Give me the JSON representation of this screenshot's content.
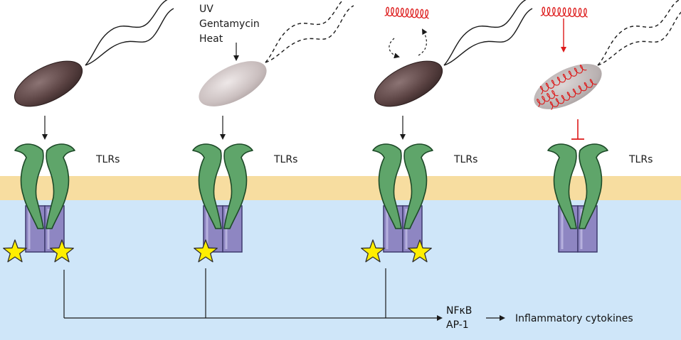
{
  "colors": {
    "membrane": "#f7dda0",
    "cytoplasm": "#cfe6f9",
    "receptor_fill": "#5fa56a",
    "receptor_stroke": "#1d4a28",
    "adaptor_fill": "#8e86c2",
    "adaptor_stroke": "#3e3a6e",
    "star_fill": "#ffee00",
    "star_stroke": "#303030",
    "bacterium_dark": "#5a4242",
    "bacterium_light": "#c8bcbc",
    "peptide": "#dd1a1a",
    "arrow": "#1a1a1a"
  },
  "panels": [
    {
      "id": "live",
      "receptor_label": "TLRs",
      "stars": 2,
      "treatment_lines": []
    },
    {
      "id": "treated",
      "receptor_label": "TLRs",
      "stars": 1,
      "treatment_lines": [
        "UV",
        "Gentamycin",
        "Heat"
      ]
    },
    {
      "id": "peptide-live",
      "receptor_label": "TLRs",
      "stars": 2,
      "treatment_lines": []
    },
    {
      "id": "peptide-killed",
      "receptor_label": "TLRs",
      "stars": 0,
      "treatment_lines": []
    }
  ],
  "output": {
    "transcription_factor_1": "NFκB",
    "transcription_factor_2": "AP-1",
    "result": "Inflammatory cytokines"
  }
}
